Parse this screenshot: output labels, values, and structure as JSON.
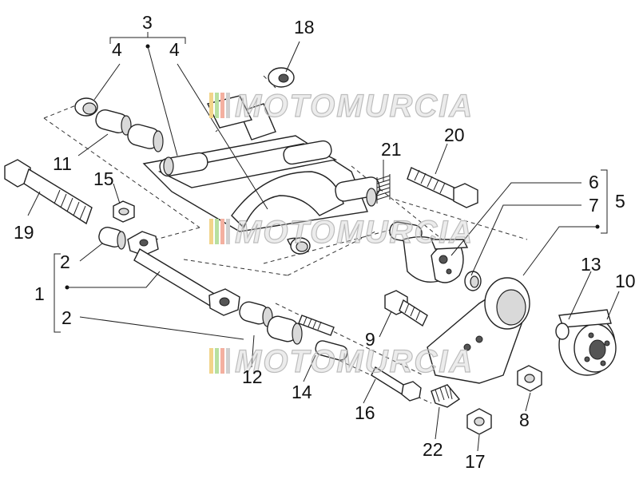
{
  "diagram": {
    "callouts": {
      "c1": "1",
      "c2a": "2",
      "c2b": "2",
      "c3": "3",
      "c4a": "4",
      "c4b": "4",
      "c5": "5",
      "c6": "6",
      "c7": "7",
      "c8": "8",
      "c9": "9",
      "c10": "10",
      "c11": "11",
      "c12": "12",
      "c13": "13",
      "c14": "14",
      "c15": "15",
      "c16": "16",
      "c17": "17",
      "c18": "18",
      "c19": "19",
      "c20": "20",
      "c21": "21",
      "c22": "22"
    },
    "watermark": {
      "text": "MOTOMURCIA"
    }
  }
}
